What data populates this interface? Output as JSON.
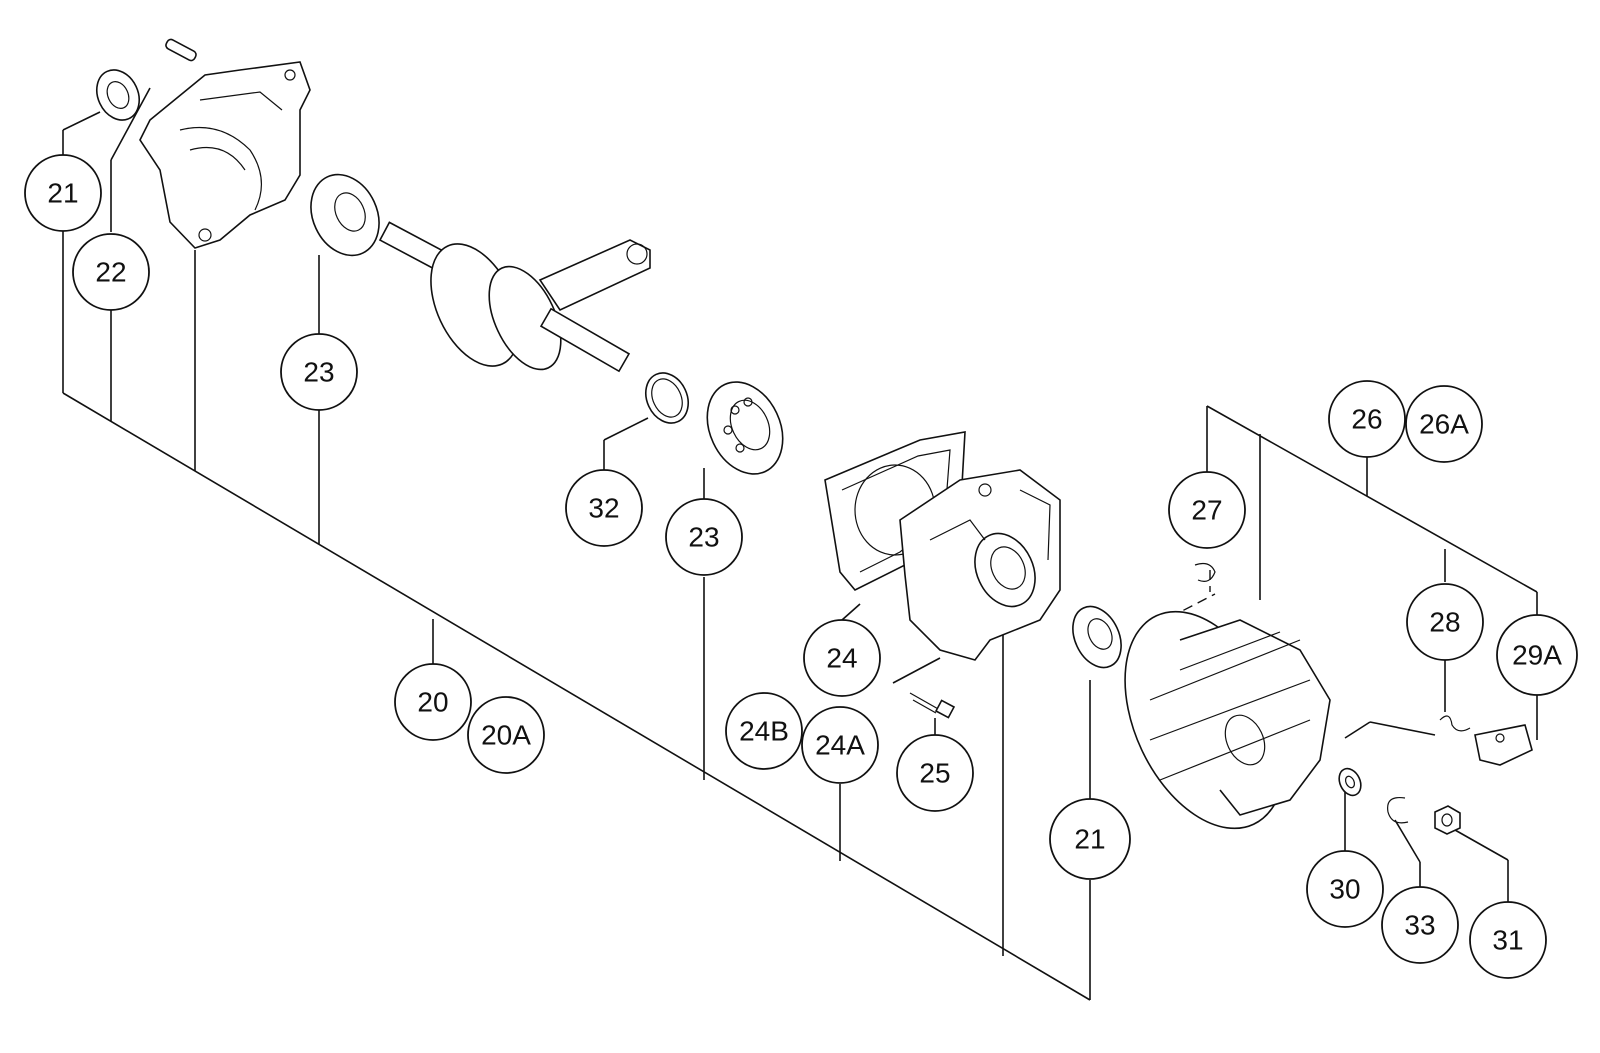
{
  "callouts": {
    "c21a": "21",
    "c22": "22",
    "c23a": "23",
    "c32": "32",
    "c23b": "23",
    "c20": "20",
    "c20a": "20A",
    "c24": "24",
    "c24b": "24B",
    "c24a": "24A",
    "c25": "25",
    "c21b": "21",
    "c27": "27",
    "c26": "26",
    "c26a": "26A",
    "c28": "28",
    "c29a": "29A",
    "c30": "30",
    "c33": "33",
    "c31": "31"
  },
  "parts": {
    "crankcase_left": "crankcase-half-icon",
    "bearings": "ball-bearing-icon",
    "crankshaft": "crankshaft-icon",
    "oil_seal": "oil-seal-icon",
    "gasket": "gasket-icon",
    "crankcase_right": "crankcase-half-icon",
    "screw": "screw-icon",
    "flywheel": "flywheel-icon",
    "key": "woodruff-key-icon",
    "pawl": "starter-pawl-icon",
    "washer": "washer-icon",
    "circlip": "circlip-icon",
    "nut": "nut-icon"
  }
}
